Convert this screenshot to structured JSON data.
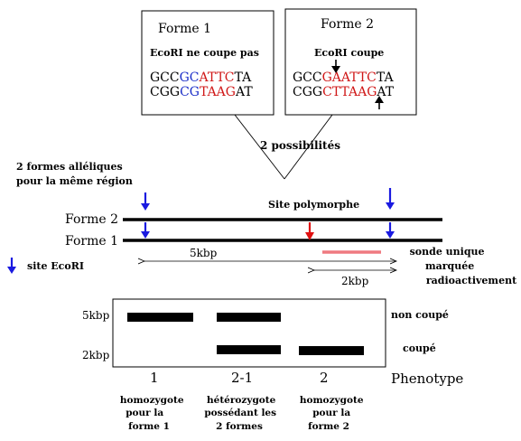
{
  "boxes": {
    "form1": {
      "title": "Forme 1",
      "note": "EcoRI ne coupe pas",
      "seq_top": [
        {
          "t": "GCC",
          "c": "black"
        },
        {
          "t": "GC",
          "c": "blue"
        },
        {
          "t": "ATTC",
          "c": "red"
        },
        {
          "t": "TA",
          "c": "black"
        }
      ],
      "seq_bottom": [
        {
          "t": "CGG",
          "c": "black"
        },
        {
          "t": "CG",
          "c": "blue"
        },
        {
          "t": "TAAG",
          "c": "red"
        },
        {
          "t": "AT",
          "c": "black"
        }
      ]
    },
    "form2": {
      "title": "Forme 2",
      "note": "EcoRI coupe",
      "seq_top": [
        {
          "t": "GCC",
          "c": "black"
        },
        {
          "t": "GAATTC",
          "c": "red"
        },
        {
          "t": "TA",
          "c": "black"
        }
      ],
      "seq_bottom": [
        {
          "t": "CGG",
          "c": "black"
        },
        {
          "t": "CTTAAG",
          "c": "red"
        },
        {
          "t": "AT",
          "c": "black"
        }
      ]
    }
  },
  "labels": {
    "possibilities": "2 possibilités",
    "allelic_forms": [
      "2 formes alléliques",
      "pour la même région"
    ],
    "polymorphic_site": "Site polymorphe",
    "forme2": "Forme 2",
    "forme1": "Forme 1",
    "ecori_legend": "site EcoRI",
    "probe": [
      "sonde unique",
      "marquée",
      "radioactivement"
    ],
    "dist_5kbp": "5kbp",
    "dist_2kbp": "2kbp"
  },
  "gel": {
    "ladder": [
      "5kbp",
      "2kbp"
    ],
    "band_labels": [
      "non coupé",
      "coupé"
    ],
    "lanes": [
      "1",
      "2-1",
      "2"
    ],
    "phenotype_label": "Phenotype",
    "lane_descriptions": [
      [
        "homozygote",
        "pour la",
        "forme 1"
      ],
      [
        "hétérozygote",
        "possédant les",
        "2 formes"
      ],
      [
        "homozygote",
        "pour la",
        "forme 2"
      ]
    ]
  },
  "colors": {
    "ecori_arrow": "#1a1ae0",
    "polymorphic_arrow": "#e01010",
    "probe_bar": "#ef7a80",
    "seq_red": "#d01818",
    "seq_blue": "#1c2fc8",
    "band": "#000000"
  }
}
